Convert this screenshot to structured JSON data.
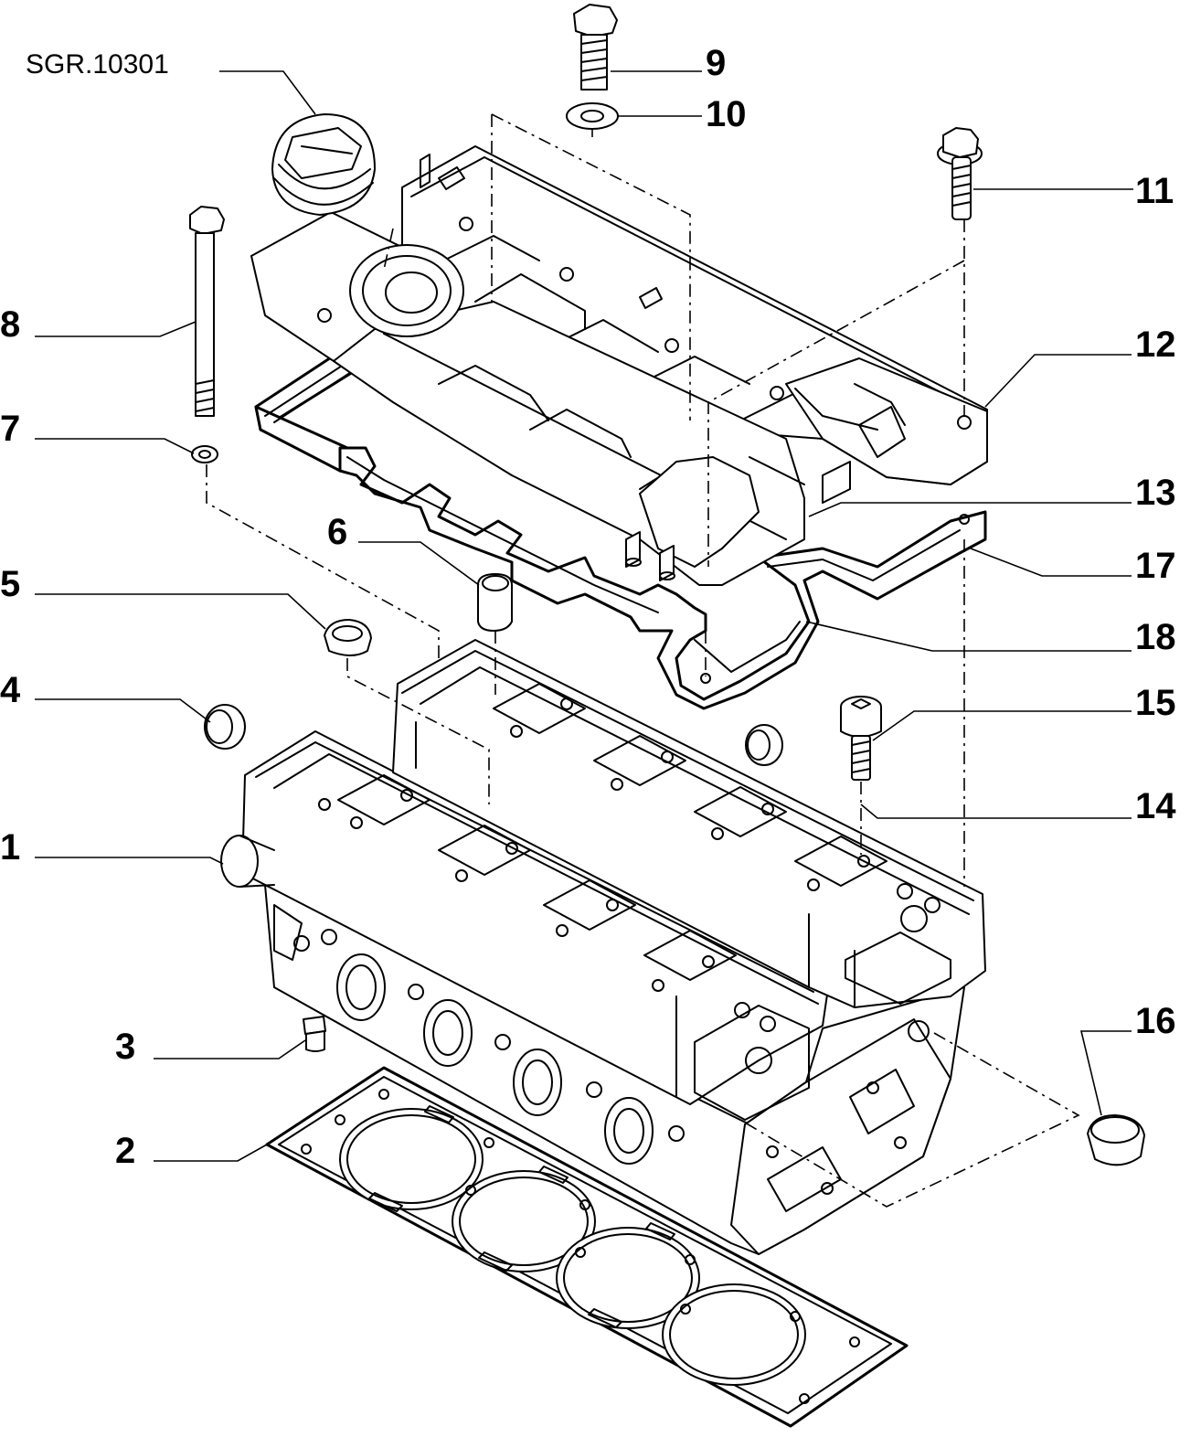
{
  "diagram": {
    "reference": "SGR.10301",
    "callouts": [
      "1",
      "2",
      "3",
      "4",
      "5",
      "6",
      "7",
      "8",
      "9",
      "10",
      "11",
      "12",
      "13",
      "14",
      "15",
      "16",
      "17",
      "18"
    ],
    "colors": {
      "line": "#000000",
      "background": "#ffffff"
    }
  }
}
